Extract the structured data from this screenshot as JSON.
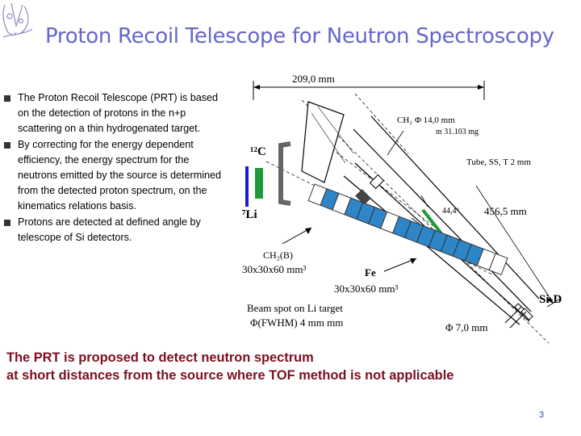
{
  "header": {
    "title": "Proton Recoil Telescope for Neutron Spectroscopy"
  },
  "bullets": [
    "The Proton Recoil Telescope (PRT) is based on the detection of protons in the n+p scattering on a thin hydrogenated target.",
    "By correcting for the energy dependent efficiency, the energy spectrum for the neutrons emitted by the source is determined from the detected proton spectrum, on the kinematics relations basis.",
    "Protons are detected at defined angle by telescope of Si detectors."
  ],
  "diagram": {
    "dim_width": "209,0 mm",
    "ch2_target": "CH₂  Φ 14,0 mm",
    "ch2_mass": "m  31.103 mg",
    "c12": "¹²C",
    "tube": "Tube, SS, T 2 mm",
    "li7": "⁷Li",
    "angle": "44,4º",
    "dim_length": "456,5 mm",
    "ch2b": "CH₂(B)",
    "ch2b_size": "30x30x60 mm³",
    "fe": "Fe",
    "fe_size": "30x30x60 mm³",
    "beam_spot_1": "Beam spot on Li target",
    "beam_spot_2": "Φ(FWHM) 4 mm mm",
    "si_d": "Si-D",
    "phi7": "Φ  7,0 mm"
  },
  "footer": {
    "line1": "The PRT is proposed to detect neutron spectrum",
    "line2": "at short distances from the source where TOF method is not applicable"
  },
  "page_number": "3",
  "colors": {
    "title": "#6666cc",
    "footer": "#7a1020",
    "detector_blue": "#2e86c8",
    "green": "#1f9a3a",
    "bar_blue": "#1a1ad0"
  }
}
